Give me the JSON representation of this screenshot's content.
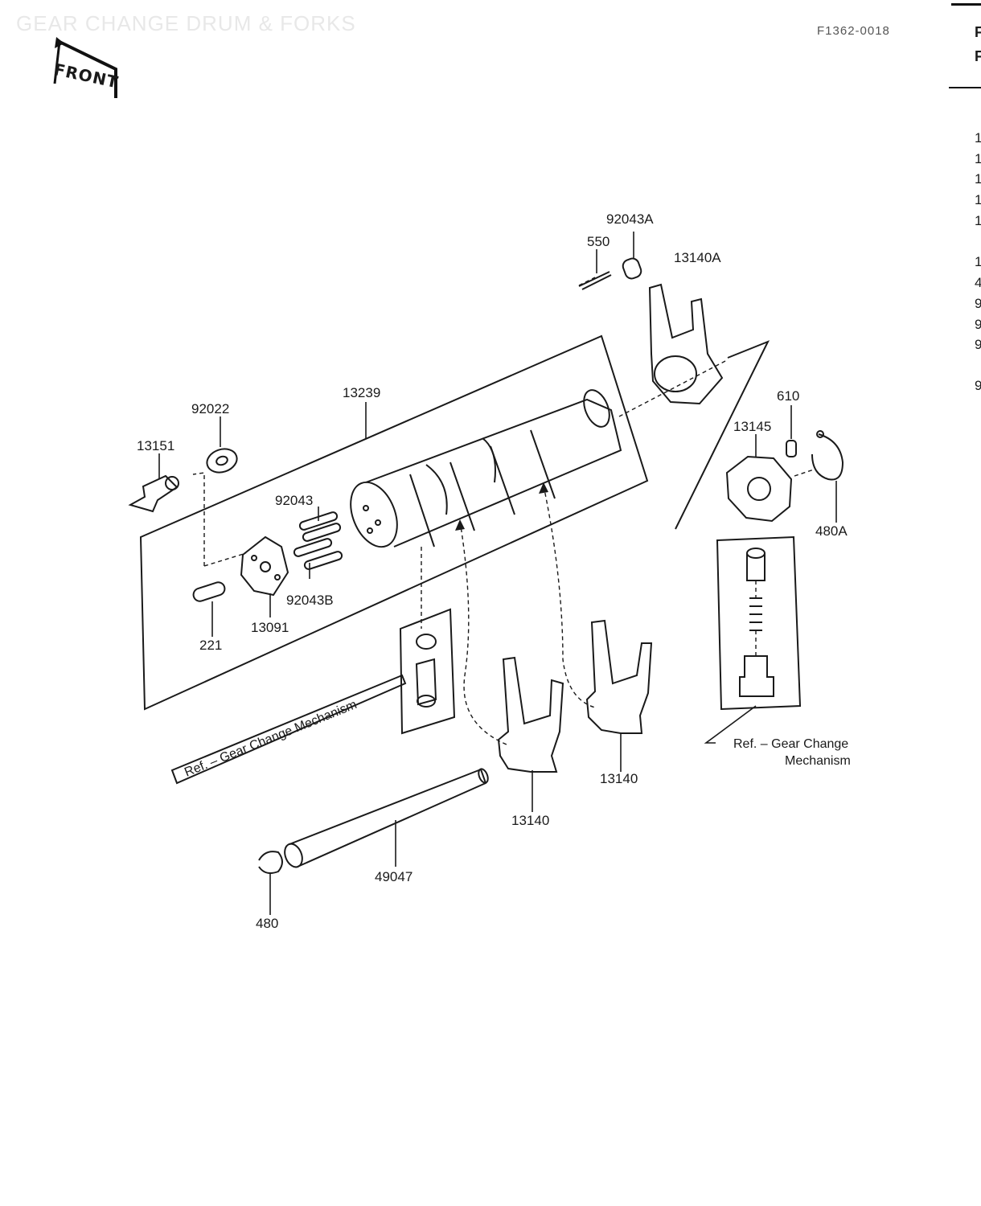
{
  "header": {
    "title": "GEAR CHANGE DRUM & FORKS",
    "drawing_code": "F1362-0018",
    "front_label": "FRONT"
  },
  "labels": {
    "l92043A": "92043A",
    "l550": "550",
    "l13140A": "13140A",
    "l13239": "13239",
    "l92022": "92022",
    "l13151": "13151",
    "l92043": "92043",
    "l92043B": "92043B",
    "l221": "221",
    "l13091": "13091",
    "l610": "610",
    "l13145": "13145",
    "l480A": "480A",
    "l13140a": "13140",
    "l13140b": "13140",
    "l49047": "49047",
    "l480": "480"
  },
  "refs": {
    "ref_left": "Ref. – Gear Change Mechanism",
    "ref_right_line1": "Ref. – Gear Change",
    "ref_right_line2": "Mechanism"
  },
  "right_column": {
    "headings": [
      "F",
      "F"
    ],
    "items": [
      "1",
      "1",
      "1",
      "1",
      "1",
      "1",
      "4",
      "9",
      "9",
      "9",
      "9"
    ]
  },
  "colors": {
    "line": "#1a1a1a",
    "faint_title": "#e8e8e8"
  }
}
